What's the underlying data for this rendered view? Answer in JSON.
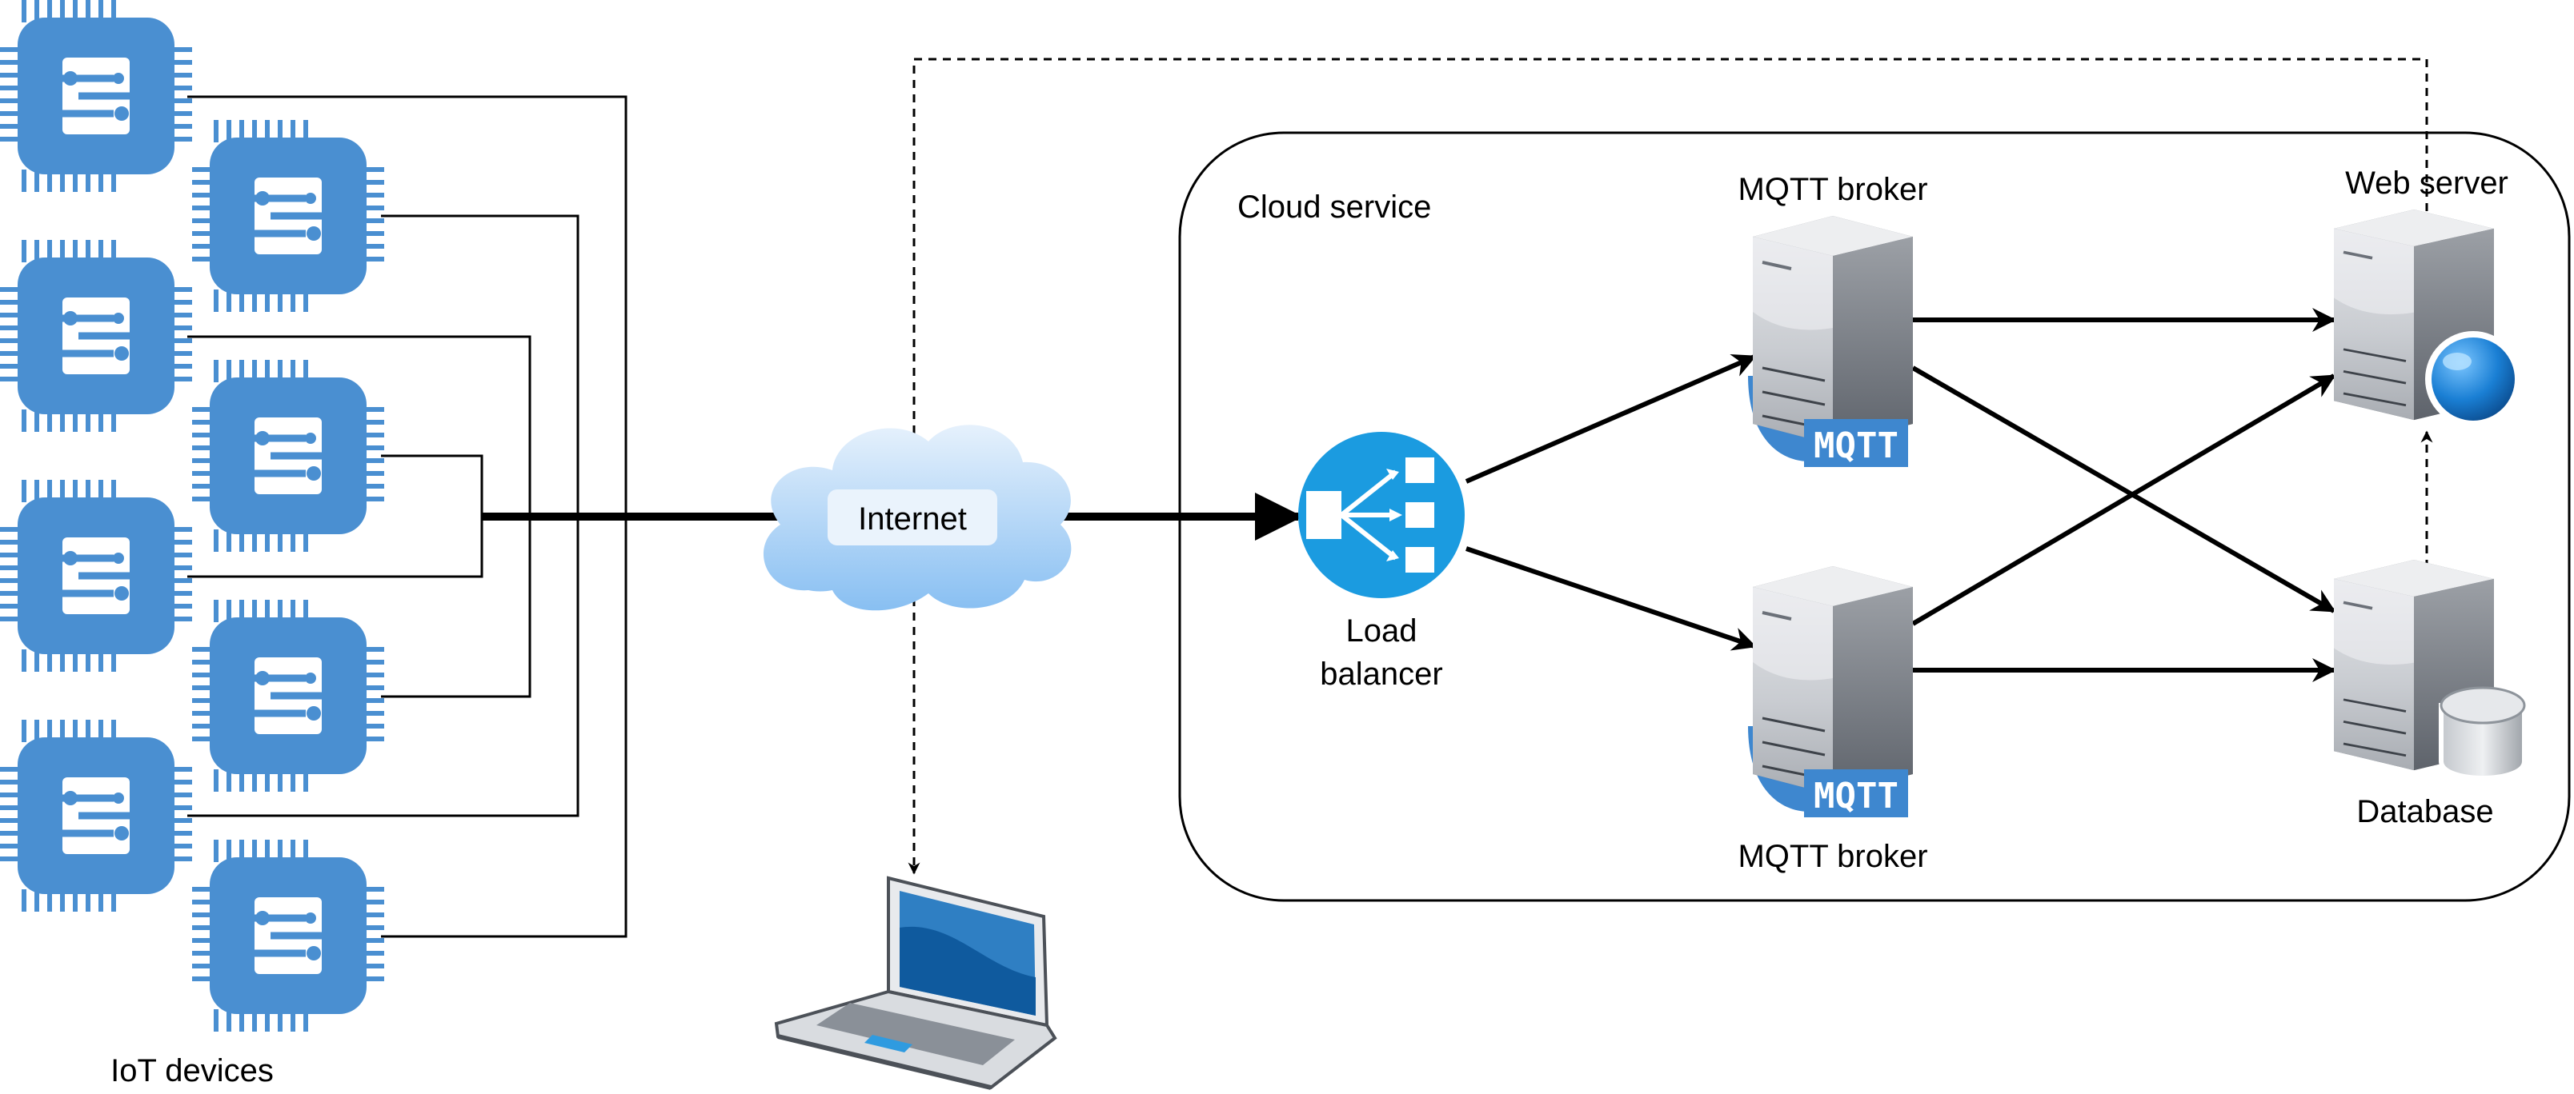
{
  "labels": {
    "iot_devices": "IoT devices",
    "internet": "Internet",
    "load_balancer_line1": "Load",
    "load_balancer_line2": "balancer",
    "cloud_service": "Cloud service",
    "mqtt_broker_top": "MQTT broker",
    "mqtt_broker_bottom": "MQTT broker",
    "web_server": "Web server",
    "database": "Database",
    "mqtt_badge": "MQTT"
  },
  "colors": {
    "chip": "#4A8FD1",
    "chip_dark": "#3677BD",
    "load_balancer": "#1B9BE0",
    "cloud_top": "#D8EAFB",
    "cloud_bottom": "#8EC3F3",
    "server_light": "#D5D8DD",
    "server_dark": "#5B616A",
    "mqtt_badge": "#3E87CF",
    "globe": "#1A7FD4",
    "laptop_screen": "#2F7FC3"
  },
  "icons": {
    "iot_device": "microchip-icon",
    "internet": "cloud-icon",
    "load_balancer": "load-balancer-icon",
    "server": "server-tower-icon",
    "web": "globe-icon",
    "database": "database-cylinder-icon",
    "client": "laptop-icon"
  }
}
